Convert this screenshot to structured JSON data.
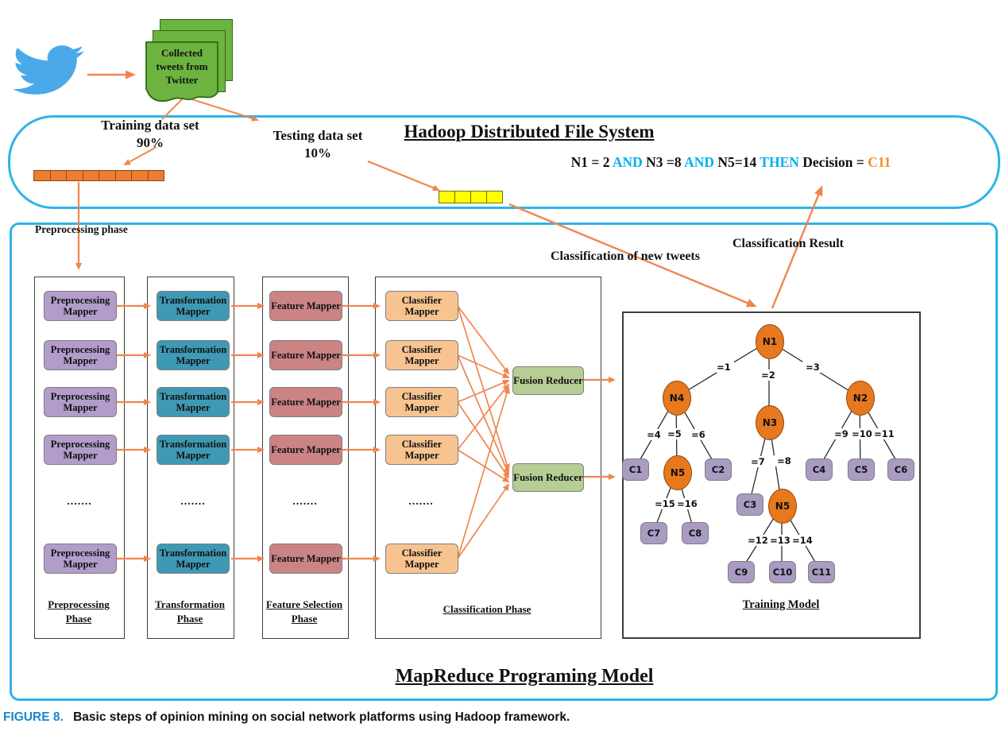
{
  "top": {
    "tweets_doc": "Collected tweets from Twitter",
    "training_set": {
      "label": "Training data set",
      "pct": "90%"
    },
    "testing_set": {
      "label": "Testing data set",
      "pct": "10%"
    }
  },
  "hdfs": {
    "title": "Hadoop Distributed File System",
    "rule": {
      "seg1": "N1 = 2 ",
      "and1": "AND",
      "seg2": " N3 =8 ",
      "and2": "AND",
      "seg3": " N5=14 ",
      "then": "THEN",
      "seg4": " Decision = ",
      "result": "C11"
    }
  },
  "pipeline": {
    "preprocessing_phase_note": "Preprocessing phase",
    "columns": [
      {
        "mapper": "Preprocessing Mapper",
        "phase": "Preprocessing Phase",
        "dots": "......."
      },
      {
        "mapper": "Transformation Mapper",
        "phase": "Transformation Phase",
        "dots": "......."
      },
      {
        "mapper": "Feature Mapper",
        "phase": "Feature Selection Phase",
        "dots": "......."
      },
      {
        "mapper": "Classifier Mapper",
        "phase": "Classification Phase",
        "dots": "......."
      }
    ],
    "fusion_reducer": "Fusion Reducer",
    "title": "MapReduce Programing Model"
  },
  "annotations": {
    "classification_of_new_tweets": "Classification of new tweets",
    "classification_result": "Classification Result"
  },
  "tree": {
    "title": "Training Model",
    "nodes": {
      "n1": "N1",
      "n2": "N2",
      "n3": "N3",
      "n4": "N4",
      "n5a": "N5",
      "n5b": "N5",
      "c1": "C1",
      "c2": "C2",
      "c3": "C3",
      "c4": "C4",
      "c5": "C5",
      "c6": "C6",
      "c7": "C7",
      "c8": "C8",
      "c9": "C9",
      "c10": "C10",
      "c11": "C11"
    },
    "edges": {
      "e1": "=1",
      "e2": "=2",
      "e3": "=3",
      "e4": "=4",
      "e5": "=5",
      "e6": "=6",
      "e7": "=7",
      "e8": "=8",
      "e9": "=9",
      "e10": "=10",
      "e11": "=11",
      "e12": "=12",
      "e13": "=13",
      "e14": "=14",
      "e15": "=15",
      "e16": "=16"
    }
  },
  "caption": {
    "figure": "FIGURE 8.",
    "text": "Basic steps of opinion mining on social network platforms using Hadoop framework."
  },
  "colors": {
    "accent_cyan": "#2FB3E8",
    "arrow_orange": "#F0854E",
    "node_orange": "#E8781E",
    "class_purple": "#A99BC2",
    "mapper_purple": "#B19CCA",
    "mapper_teal": "#3E99B4",
    "mapper_salmon": "#CB8384",
    "mapper_peach": "#F7C491",
    "reducer_green": "#B6CD95",
    "doc_green": "#6DB33F",
    "bar_orange": "#ED7D31",
    "bar_yellow": "#FFFF00",
    "rule_cyan": "#00B0F0",
    "rule_result_orange": "#F68B1F",
    "caption_blue": "#1B87C9",
    "twitter_blue": "#4AA9E9"
  }
}
